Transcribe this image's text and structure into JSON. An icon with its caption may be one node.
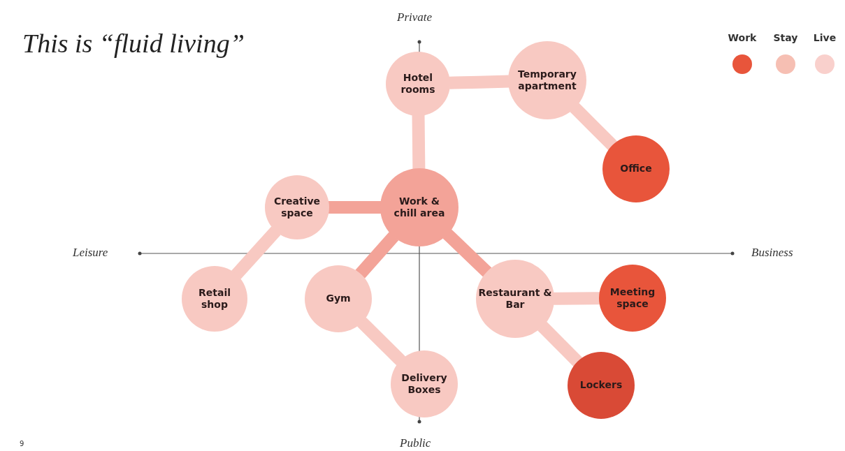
{
  "diagram": {
    "title": "This is “fluid living”",
    "nodes": [
      {
        "text": [
          "Hotel rooms"
        ]
      },
      {
        "text": [
          "Temporary apartment"
        ]
      },
      {
        "text": [
          "Office"
        ]
      },
      {
        "text": [
          "Work & chill area"
        ]
      },
      {
        "text": [
          "Creative space"
        ]
      },
      {
        "text": [
          "Retail shop"
        ]
      },
      {
        "text": [
          "Gym"
        ]
      },
      {
        "text": [
          "Restaurant & Bar"
        ]
      },
      {
        "text": [
          "Meeting space"
        ]
      },
      {
        "text": [
          "Delivery Boxes"
        ]
      },
      {
        "text": [
          "Lockers"
        ]
      }
    ],
    "edges": [
      {
        "from": 0,
        "to": 1,
        "arrow": "none"
      },
      {
        "from": 1,
        "to": 2,
        "arrow": "none"
      },
      {
        "from": 0,
        "to": 3,
        "arrow": "none"
      },
      {
        "from": 3,
        "to": 4,
        "arrow": "none"
      },
      {
        "from": 4,
        "to": 5,
        "arrow": "none"
      },
      {
        "from": 3,
        "to": 6,
        "arrow": "none"
      },
      {
        "from": 6,
        "to": 9,
        "arrow": "none"
      },
      {
        "from": 3,
        "to": 7,
        "arrow": "none"
      },
      {
        "from": 7,
        "to": 8,
        "arrow": "none"
      },
      {
        "from": 7,
        "to": 10,
        "arrow": "none"
      }
    ],
    "labels": [
      "Private",
      "Leisure",
      "Business",
      "Public",
      "9"
    ],
    "legend": [
      {
        "text": "Work",
        "color": "#e8553b"
      },
      {
        "text": "Stay",
        "color": "#f6bfb3"
      },
      {
        "text": "Live",
        "color": "#f9d0cc"
      }
    ]
  }
}
